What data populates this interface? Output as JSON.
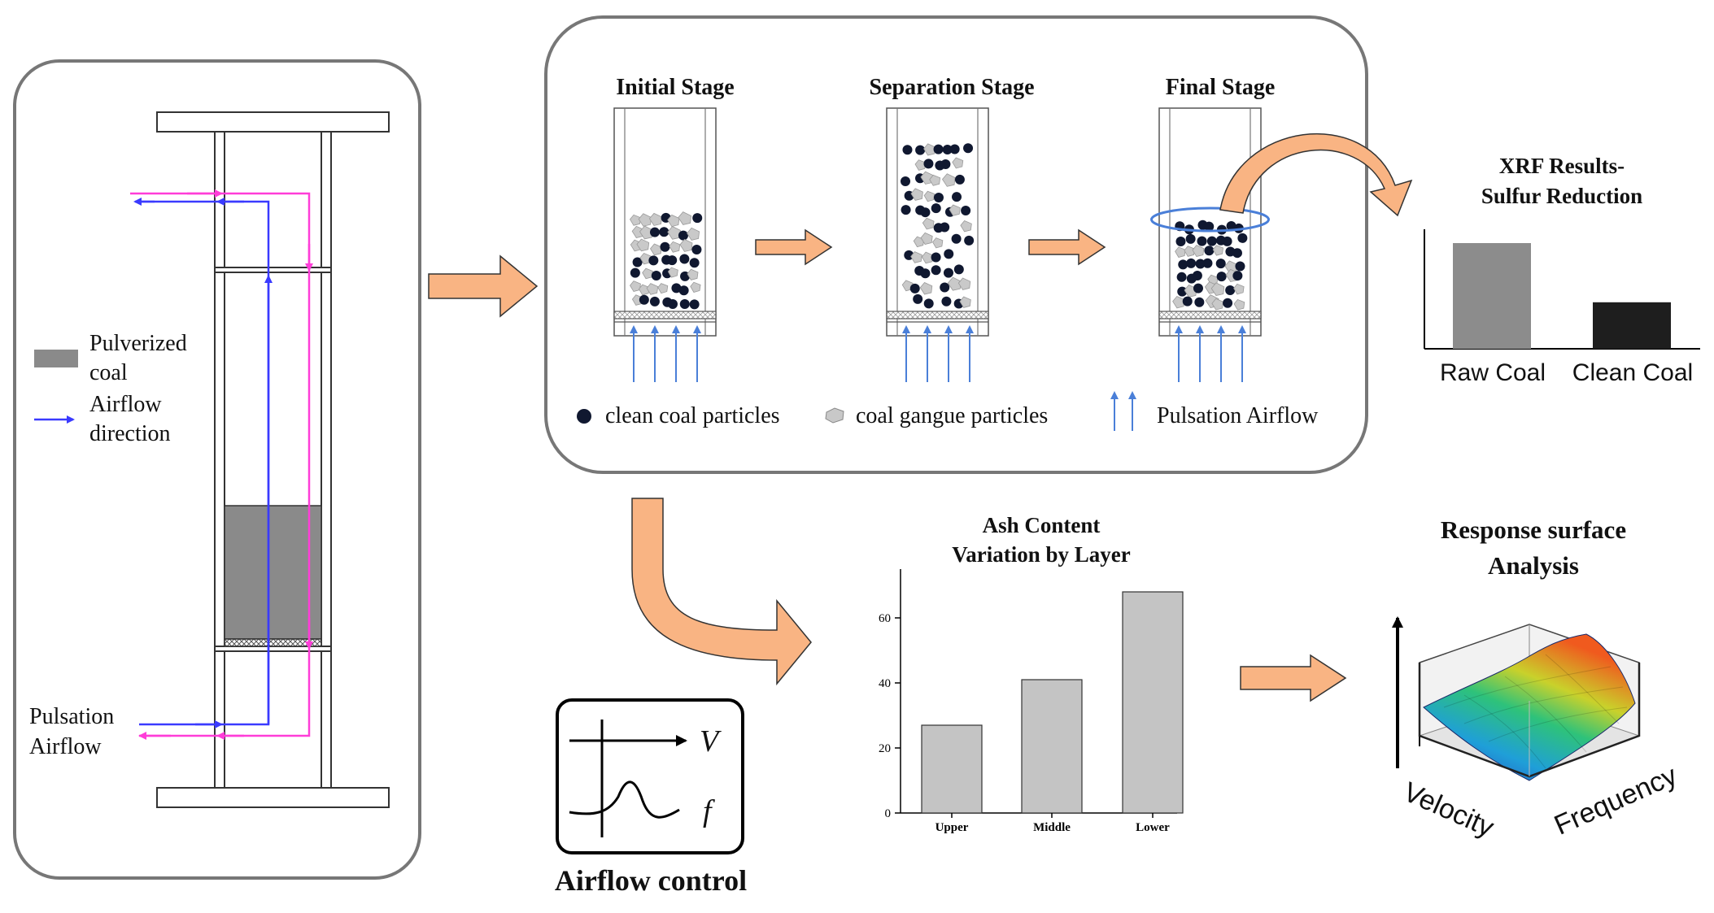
{
  "apparatus": {
    "legend_coal": "Pulverized coal",
    "legend_coal_line1": "Pulverized",
    "legend_coal_line2": "coal",
    "legend_airflow_line1": "Airflow",
    "legend_airflow_line2": "direction",
    "pulsation_line1": "Pulsation",
    "pulsation_line2": "Airflow",
    "colors": {
      "airflow_in": "#3a3aff",
      "airflow_out": "#ff3dd8",
      "coal": "#8a8a8a"
    }
  },
  "stages": {
    "initial": "Initial Stage",
    "separation": "Separation Stage",
    "final": "Final Stage",
    "legend_clean": "clean coal particles",
    "legend_gangue": "coal gangue particles",
    "legend_airflow": "Pulsation Airflow"
  },
  "xrf": {
    "title_line1": "XRF Results-",
    "title_line2": "Sulfur Reduction",
    "categories": [
      "Raw Coal",
      "Clean Coal"
    ],
    "values": [
      1.0,
      0.44
    ],
    "colors": [
      "#8c8c8c",
      "#1e1e1e"
    ]
  },
  "airflow_control": {
    "title": "Airflow control",
    "v_symbol": "V",
    "f_symbol": "f"
  },
  "response_surface": {
    "title_line1": "Response surface",
    "title_line2": "Analysis",
    "axis_x": "Velocity",
    "axis_y": "Frequency"
  },
  "chart_data": [
    {
      "type": "bar",
      "title": "Ash Content Variation by Layer",
      "categories": [
        "Upper",
        "Middle",
        "Lower"
      ],
      "values": [
        27,
        41,
        68
      ],
      "ylim": [
        0,
        75
      ],
      "yticks": [
        0,
        20,
        40,
        60
      ],
      "xlabel": "",
      "ylabel": "",
      "grid": false
    }
  ],
  "ash_chart": {
    "title_line1": "Ash Content",
    "title_line2": "Variation by Layer"
  }
}
